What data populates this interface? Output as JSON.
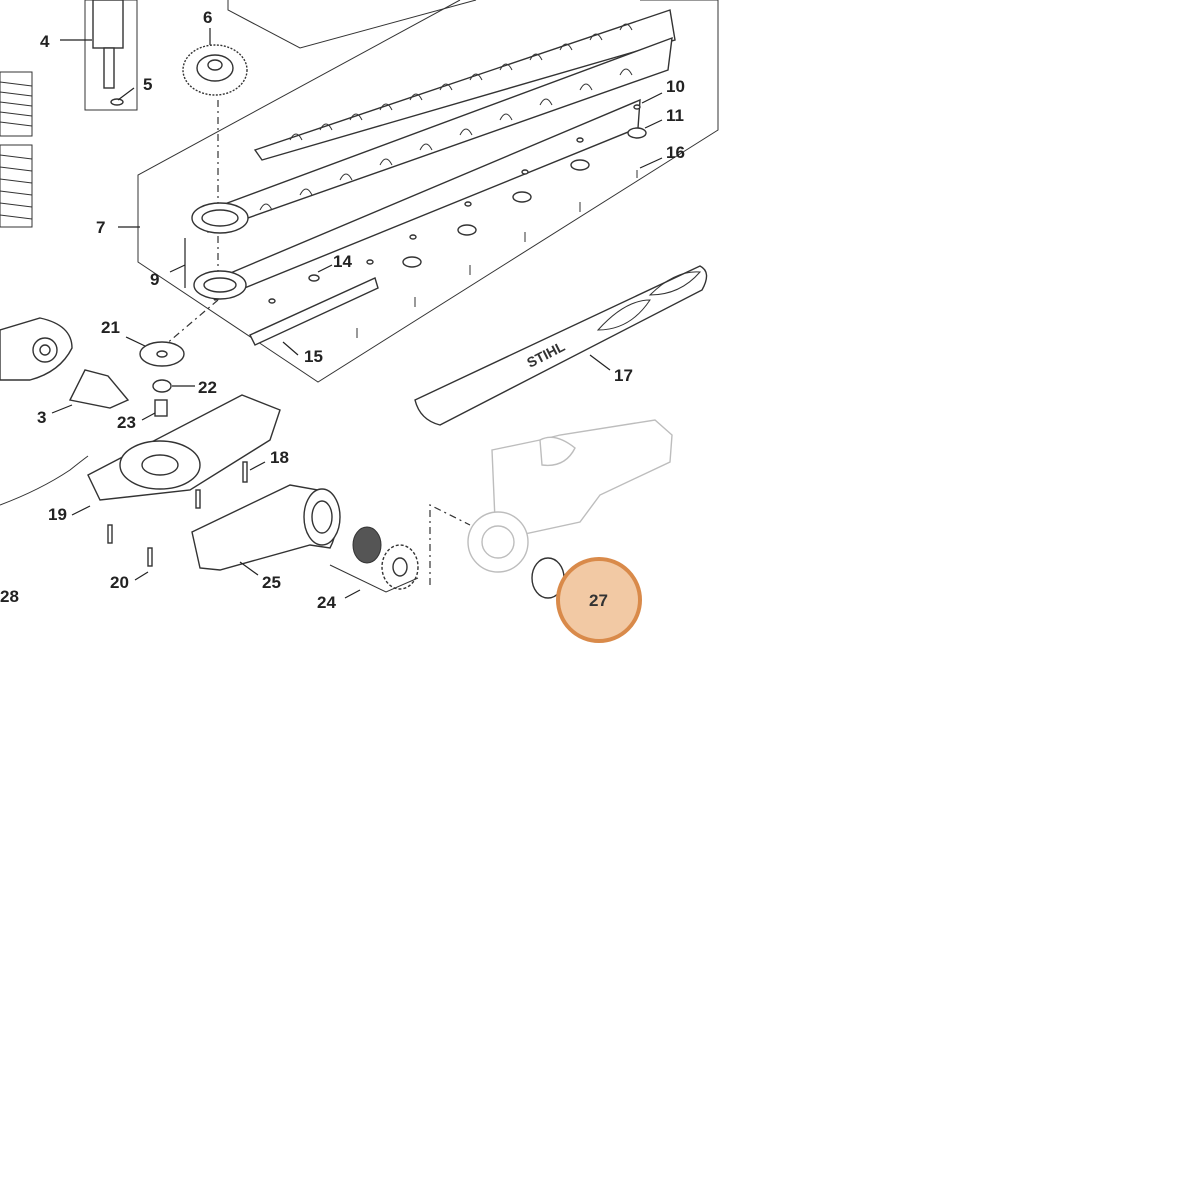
{
  "labels": {
    "l3": "3",
    "l4": "4",
    "l5": "5",
    "l6": "6",
    "l7": "7",
    "l9": "9",
    "l10": "10",
    "l11": "11",
    "l14": "14",
    "l15": "15",
    "l16": "16",
    "l17": "17",
    "l18": "18",
    "l19": "19",
    "l20": "20",
    "l21": "21",
    "l22": "22",
    "l23": "23",
    "l24": "24",
    "l25": "25",
    "l27": "27",
    "l28": "28"
  },
  "brand_mark": "STIHL",
  "highlight": {
    "label": "27",
    "fill": "#f2c9a4",
    "stroke": "#d98a4a"
  }
}
